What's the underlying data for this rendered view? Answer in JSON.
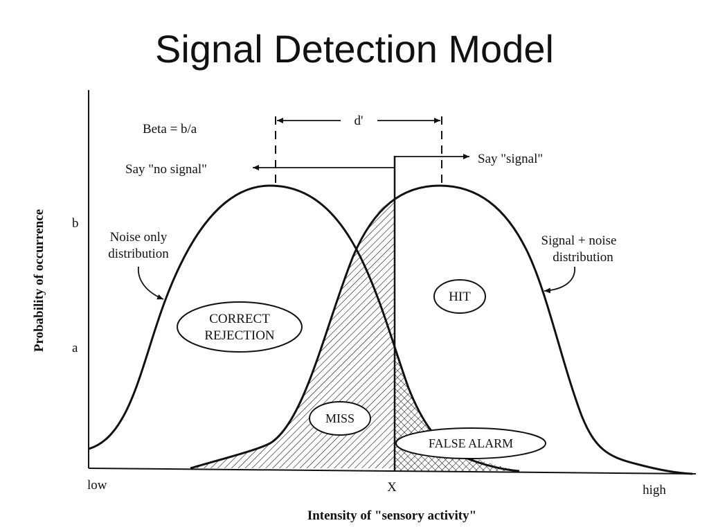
{
  "title": "Signal Detection Model",
  "labels": {
    "beta": "Beta = b/a",
    "d_prime": "d'",
    "say_signal": "Say \"signal\"",
    "say_no_signal": "Say \"no signal\"",
    "b": "b",
    "a": "a",
    "noise_line1": "Noise only",
    "noise_line2": "distribution",
    "signal_line1": "Signal + noise",
    "signal_line2": "distribution",
    "correct_rejection_line1": "CORRECT",
    "correct_rejection_line2": "REJECTION",
    "hit": "HIT",
    "miss": "MISS",
    "false_alarm": "FALSE ALARM",
    "x_low": "low",
    "x_high": "high",
    "criterion": "X",
    "x_axis_title": "Intensity of \"sensory activity\"",
    "y_axis_title": "Probability of occurrence"
  }
}
